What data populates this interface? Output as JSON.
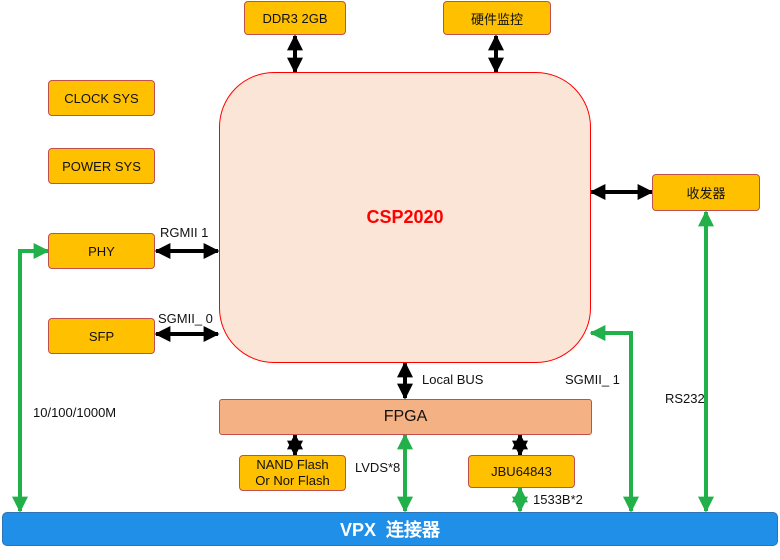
{
  "blocks": {
    "ddr": "DDR3 2GB",
    "hw_monitor": "硬件监控",
    "clock": "CLOCK SYS",
    "power": "POWER SYS",
    "phy": "PHY",
    "sfp": "SFP",
    "cpu": "CSP2020",
    "transceiver": "收发器",
    "fpga": "FPGA",
    "flash_line1": "NAND Flash",
    "flash_line2": "Or Nor Flash",
    "jbu": "JBU64843",
    "vpx": "VPX  连接器"
  },
  "links": {
    "rgmii": "RGMII 1",
    "sgmii0": "SGMII_ 0",
    "local_bus": "Local BUS",
    "sgmii1": "SGMII_ 1",
    "rs232": "RS232",
    "ethernet": "10/100/1000M",
    "lvds": "LVDS*8",
    "bus1553": "1533B*2"
  },
  "colors": {
    "block_fill": "#ffc000",
    "block_border": "#c0504d",
    "cpu_fill": "#fbe5d6",
    "cpu_text": "#ff0000",
    "fpga_fill": "#f4b183",
    "vpx_fill": "#1f8fe8",
    "black_arrow": "#000000",
    "green_arrow": "#22b04b"
  }
}
